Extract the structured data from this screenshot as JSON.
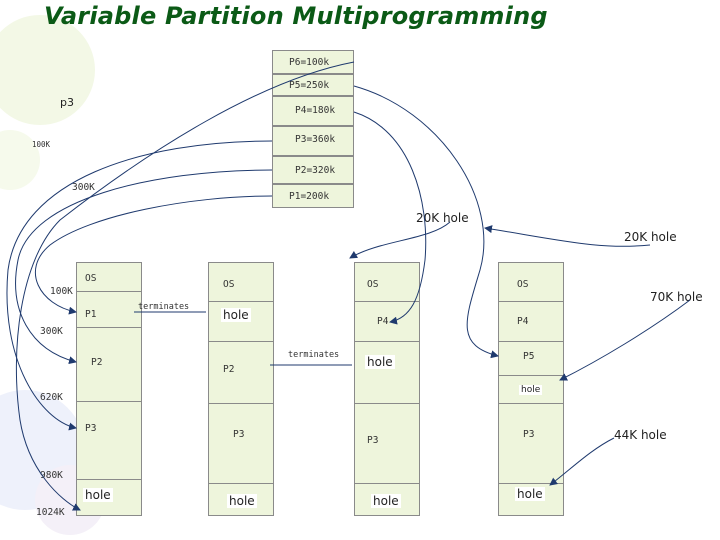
{
  "title": "Variable Partition Multiprogramming",
  "queue": {
    "items": [
      {
        "label": "P6=100k"
      },
      {
        "label": "P5=250k"
      },
      {
        "label": "P4=180k"
      },
      {
        "label": "P3=360k"
      },
      {
        "label": "P2=320k"
      },
      {
        "label": "P1=200k"
      }
    ]
  },
  "left_annotations": {
    "p3": "p3",
    "k100": "100K",
    "k300": "300K"
  },
  "memory": {
    "addresses": {
      "a100": "100K",
      "a300": "300K",
      "a620": "620K",
      "a980": "980K",
      "a1024": "1024K"
    },
    "columns": [
      {
        "segments": [
          "OS",
          "P1",
          "P2",
          "P3",
          "hole"
        ]
      },
      {
        "segments": [
          "OS",
          "hole",
          "P2",
          "P3",
          "hole"
        ]
      },
      {
        "segments": [
          "OS",
          "P4",
          "hole",
          "P3",
          "hole"
        ]
      },
      {
        "segments": [
          "OS",
          "P4",
          "P5",
          "hole",
          "P3",
          "hole"
        ]
      }
    ]
  },
  "labels": {
    "terminates_1": "terminates",
    "terminates_2": "terminates",
    "hole_20k_a": "20K hole",
    "hole_20k_b": "20K hole",
    "hole_70k": "70K hole",
    "hole_44k": "44K hole"
  },
  "colors": {
    "title": "#0b5a16",
    "box_fill": "#eef5dc",
    "arrow": "#1f3a6e"
  }
}
